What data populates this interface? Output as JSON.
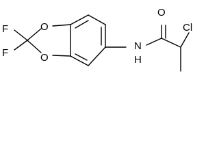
{
  "structure": {
    "atoms": {
      "f_upper": "F",
      "f_lower": "F",
      "o_ring_upper": "O",
      "o_ring_lower": "O",
      "o_carbonyl": "O",
      "nh": "N",
      "nh_h": "H",
      "cl": "Cl"
    }
  },
  "colors": {
    "bond": "#000000",
    "label": "#000000",
    "background": "#ffffff"
  }
}
